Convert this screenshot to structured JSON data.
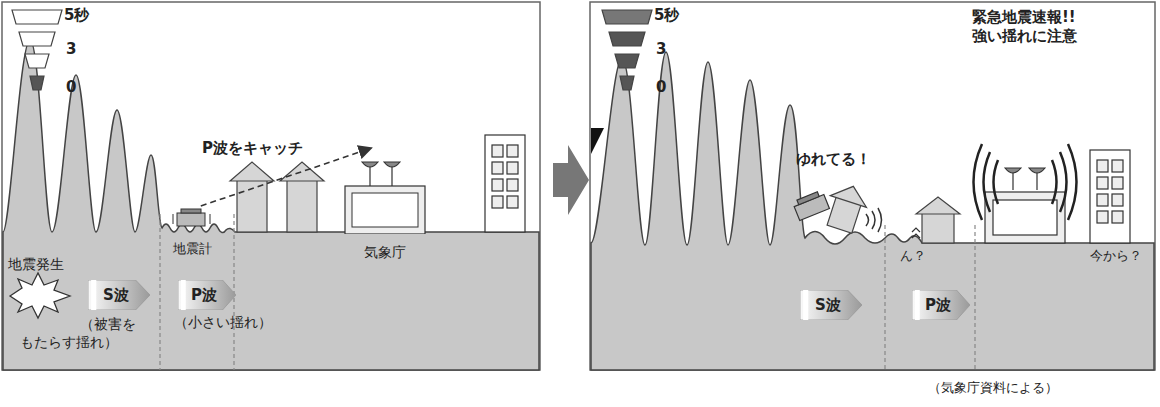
{
  "diagram": {
    "caption": "（気象庁資料による）",
    "nodes": [
      {
        "text": [
          "地震計"
        ]
      },
      {
        "text": [
          "気象庁"
        ]
      },
      {
        "text": [
          "S波"
        ]
      },
      {
        "text": [
          "P波"
        ]
      },
      {
        "text": [
          "S波"
        ]
      },
      {
        "text": [
          "P波"
        ]
      }
    ],
    "edges": [
      {
        "from": 0,
        "to": 1,
        "arrow": "to",
        "label": "P波をキャッチ"
      }
    ],
    "labels": [
      "5秒",
      "3",
      "0",
      "地震発生",
      "（被害を もたらす揺れ）",
      "（小さい揺れ）",
      "5秒",
      "3",
      "0",
      "ゆれてる！",
      "ん？",
      "緊急地震速報!! 強い揺れに注意",
      "今から？"
    ]
  }
}
